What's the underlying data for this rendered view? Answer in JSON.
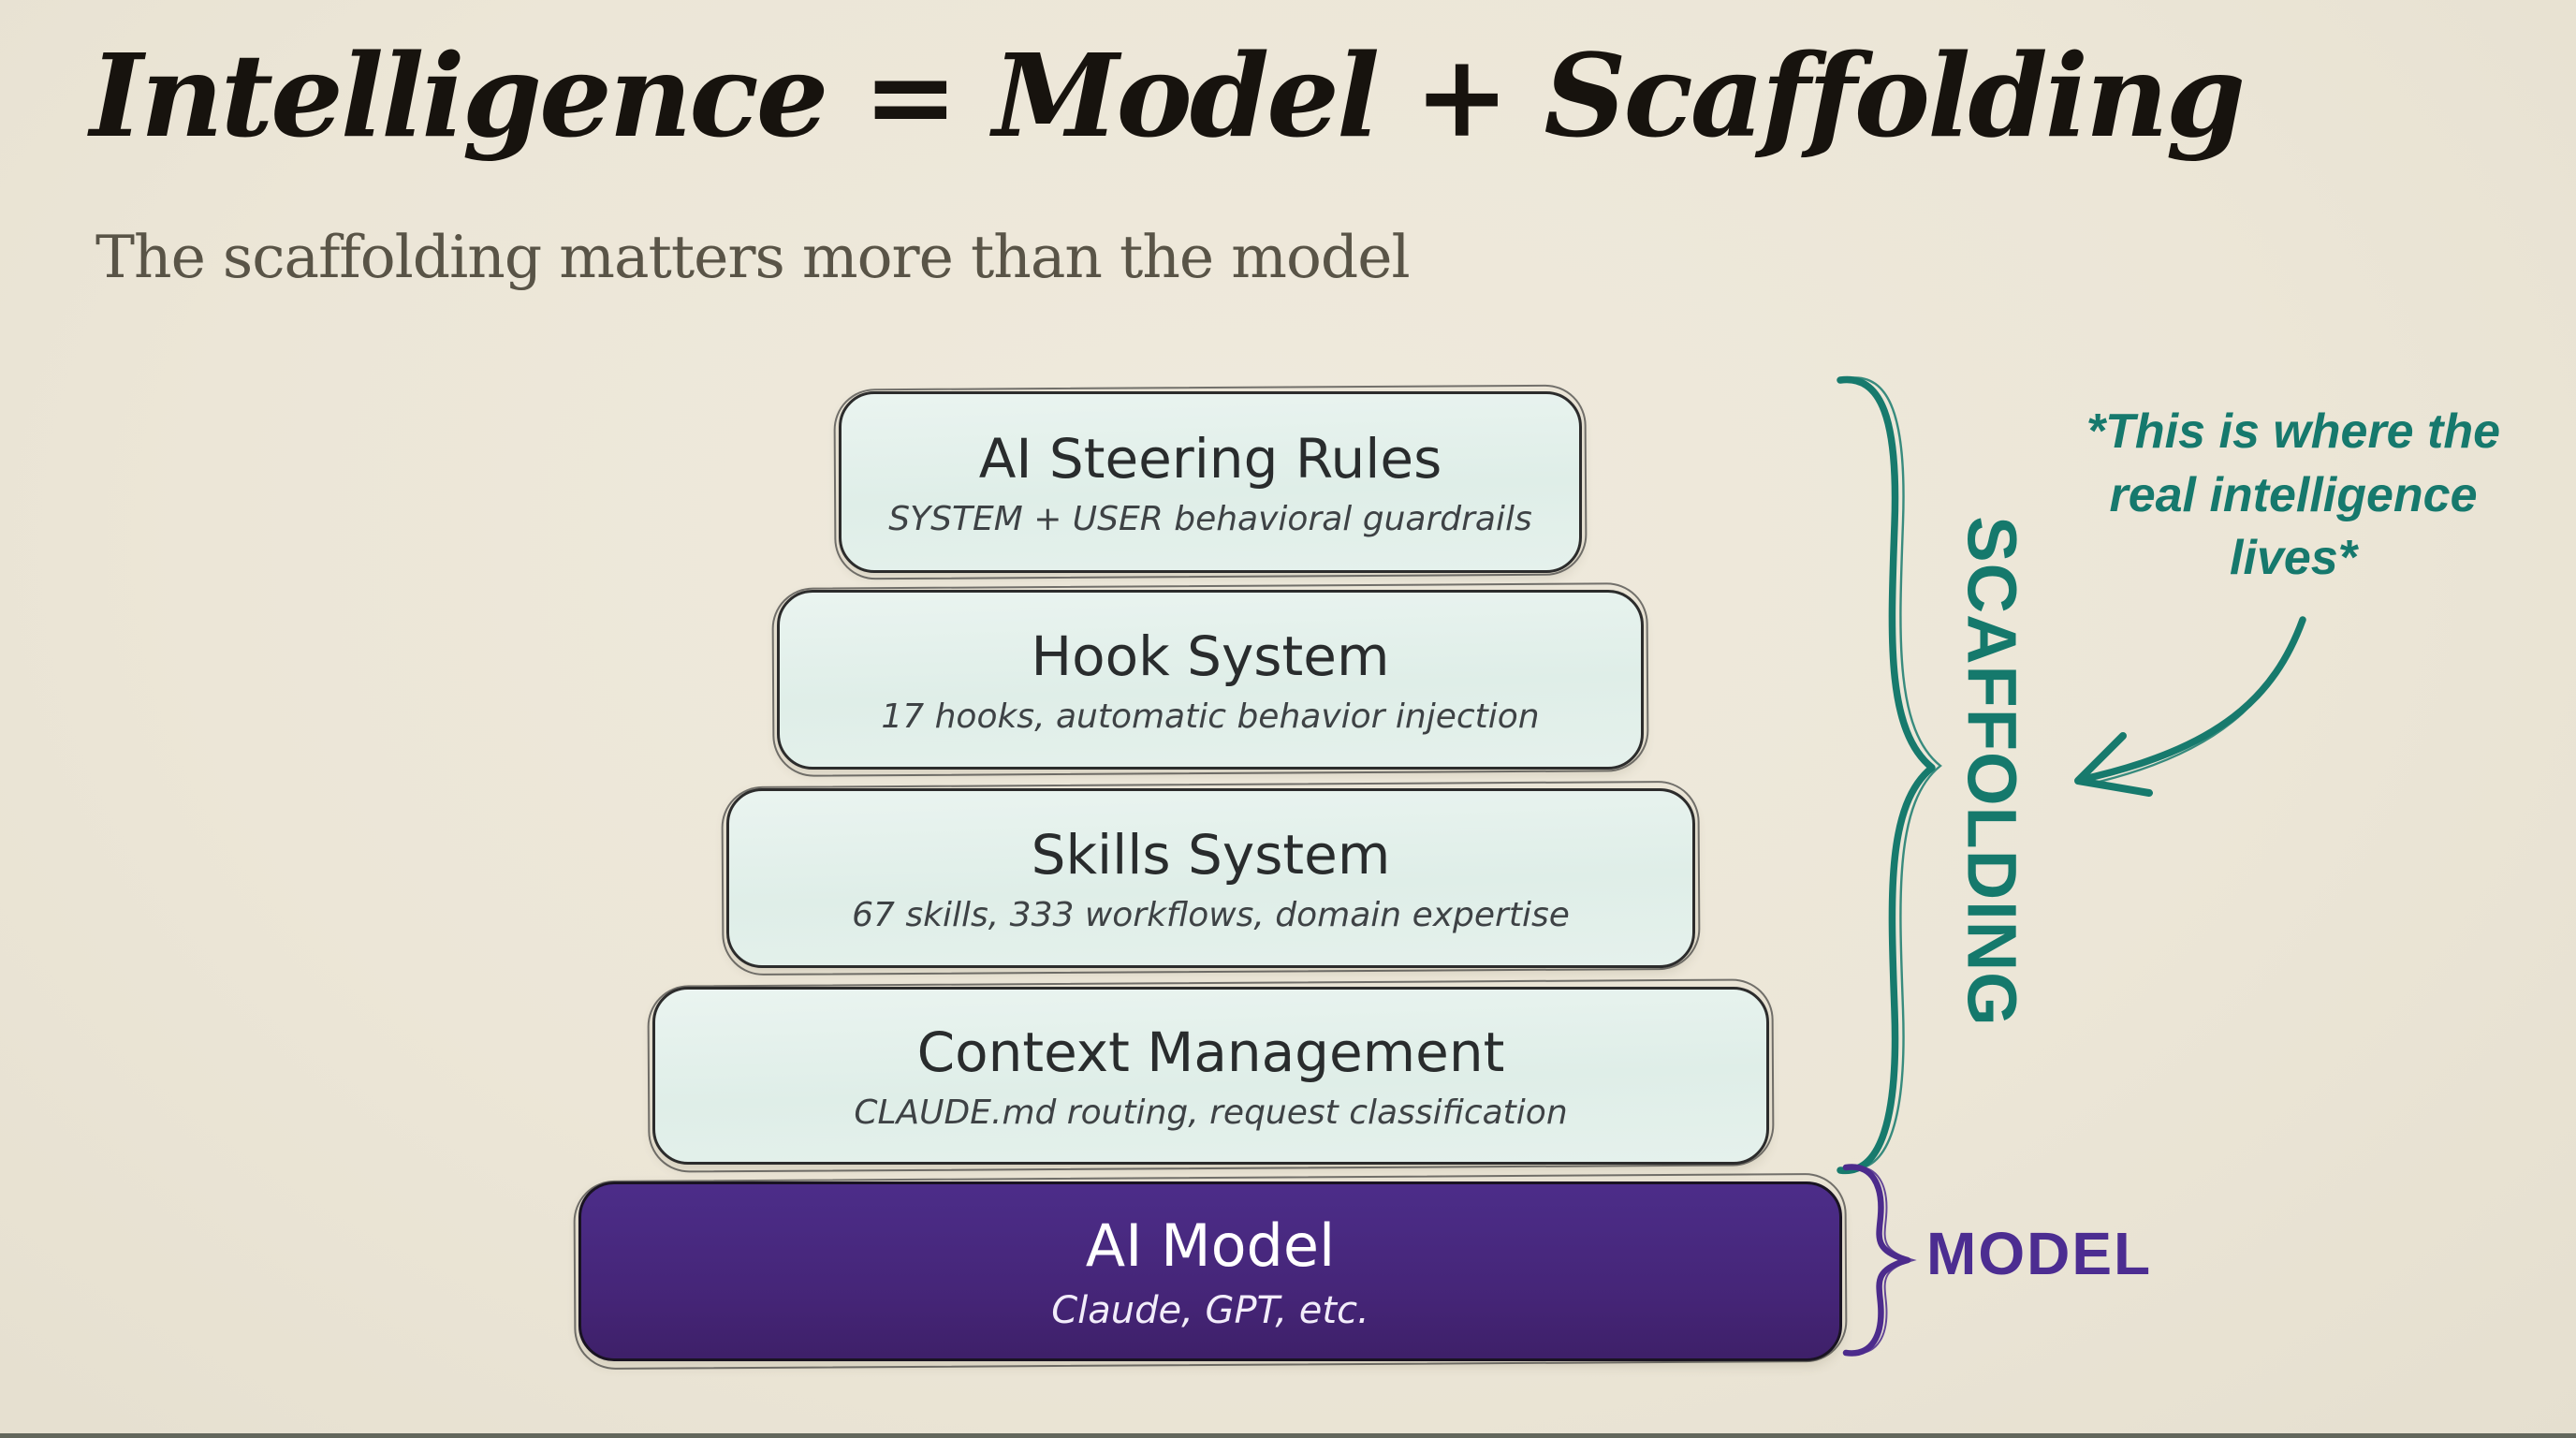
{
  "header": {
    "title": "Intelligence = Model + Scaffolding",
    "subtitle": "The scaffolding matters more than the model"
  },
  "stack": {
    "boxes": [
      {
        "title": "AI Steering Rules",
        "subtitle": "SYSTEM + USER behavioral guardrails",
        "variant": "light"
      },
      {
        "title": "Hook System",
        "subtitle": "17 hooks, automatic behavior injection",
        "variant": "light"
      },
      {
        "title": "Skills System",
        "subtitle": "67 skills, 333 workflows, domain expertise",
        "variant": "light"
      },
      {
        "title": "Context Management",
        "subtitle": "CLAUDE.md routing, request classification",
        "variant": "light"
      },
      {
        "title": "AI Model",
        "subtitle": "Claude, GPT, etc.",
        "variant": "purple"
      }
    ]
  },
  "labels": {
    "scaffolding": "SCAFFOLDING",
    "model": "MODEL"
  },
  "note": {
    "text": "*This is where the real intelligence lives*",
    "lines": [
      "*This is where the",
      "real intelligence",
      "lives*"
    ]
  },
  "colors": {
    "background": "#ece7d9",
    "teal_accent": "#177a6d",
    "purple_accent": "#4c2d91",
    "model_box_fill": "#46287e",
    "light_box_fill": "#e6f1ec",
    "box_border": "#2c2c2c",
    "title_text": "#17130e",
    "subtitle_text": "#595447"
  }
}
